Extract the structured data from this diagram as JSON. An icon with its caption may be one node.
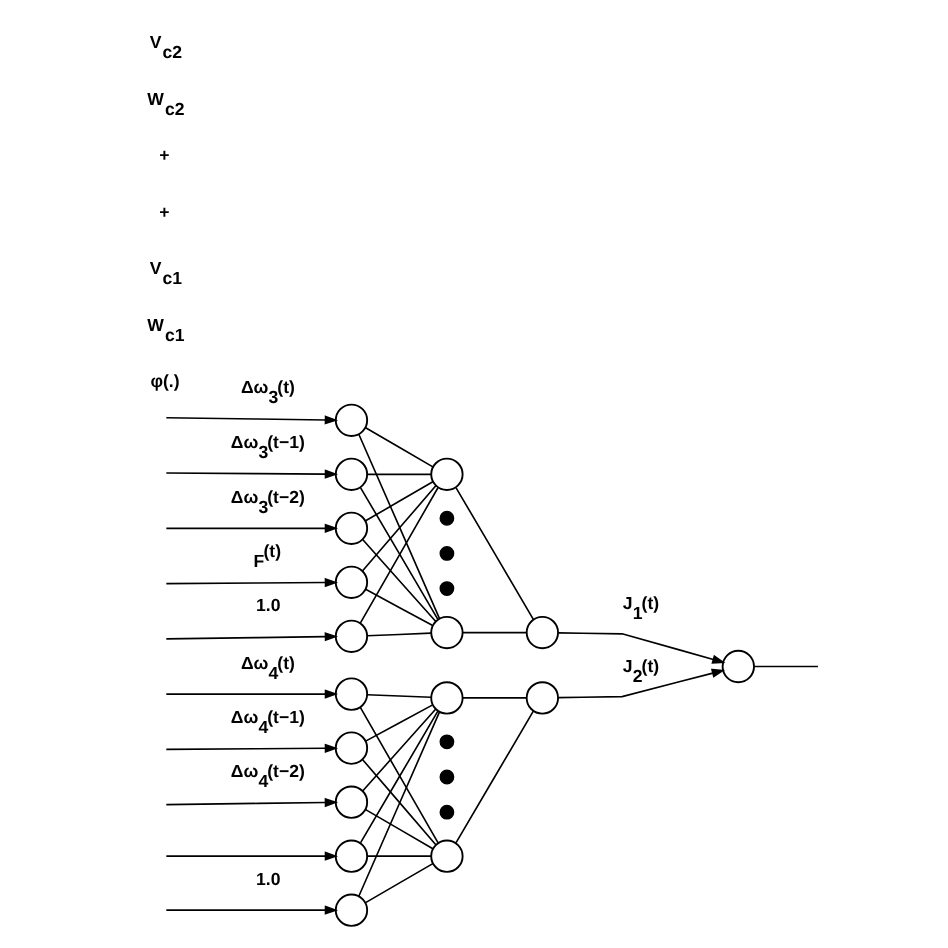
{
  "diagram": {
    "nodes": [
      {
        "text": [],
        "shape": "circle"
      },
      {
        "text": [],
        "shape": "circle"
      },
      {
        "text": [],
        "shape": "circle"
      },
      {
        "text": [],
        "shape": "circle"
      },
      {
        "text": [],
        "shape": "circle"
      },
      {
        "text": [],
        "shape": "circle"
      },
      {
        "text": [],
        "shape": "dot"
      },
      {
        "text": [],
        "shape": "dot"
      },
      {
        "text": [],
        "shape": "dot"
      },
      {
        "text": [],
        "shape": "circle"
      },
      {
        "text": [],
        "shape": "circle"
      },
      {
        "text": [],
        "shape": "circle"
      },
      {
        "text": [],
        "shape": "circle"
      },
      {
        "text": [],
        "shape": "circle"
      },
      {
        "text": [],
        "shape": "circle"
      },
      {
        "text": [],
        "shape": "circle"
      },
      {
        "text": [],
        "shape": "circle"
      },
      {
        "text": [],
        "shape": "dot"
      },
      {
        "text": [],
        "shape": "dot"
      },
      {
        "text": [],
        "shape": "dot"
      },
      {
        "text": [],
        "shape": "circle"
      },
      {
        "text": [],
        "shape": "circle"
      },
      {
        "text": [],
        "shape": "circle"
      }
    ],
    "edges": [
      {
        "from": null,
        "to": 0,
        "arrow": "to",
        "label": "Δω$_{3}$(t)"
      },
      {
        "from": null,
        "to": 1,
        "arrow": "to",
        "label": "Δω$_{3}$(t−1)"
      },
      {
        "from": null,
        "to": 2,
        "arrow": "to",
        "label": "Δω$_{3}$(t−2)"
      },
      {
        "from": null,
        "to": 3,
        "arrow": "to",
        "label": "$_{F}$(t)"
      },
      {
        "from": null,
        "to": 4,
        "arrow": "to",
        "label": "1.0"
      },
      {
        "from": 0,
        "to": 5,
        "arrow": "none"
      },
      {
        "from": 0,
        "to": 9,
        "arrow": "none"
      },
      {
        "from": 1,
        "to": 5,
        "arrow": "none"
      },
      {
        "from": 1,
        "to": 9,
        "arrow": "none"
      },
      {
        "from": 2,
        "to": 5,
        "arrow": "none"
      },
      {
        "from": 2,
        "to": 9,
        "arrow": "none"
      },
      {
        "from": 3,
        "to": 5,
        "arrow": "none"
      },
      {
        "from": 3,
        "to": 9,
        "arrow": "none"
      },
      {
        "from": 4,
        "to": 5,
        "arrow": "none"
      },
      {
        "from": 4,
        "to": 9,
        "arrow": "none"
      },
      {
        "from": 5,
        "to": 10,
        "arrow": "none"
      },
      {
        "from": 9,
        "to": 10,
        "arrow": "none"
      },
      {
        "from": 10,
        "to": 22,
        "arrow": "to",
        "label": "J$_{1}$(t)"
      },
      {
        "from": null,
        "to": 11,
        "arrow": "to",
        "label": "Δω$_{4}$(t)"
      },
      {
        "from": null,
        "to": 12,
        "arrow": "to",
        "label": "Δω$_{4}$(t−1)"
      },
      {
        "from": null,
        "to": 13,
        "arrow": "to",
        "label": "Δω$_{4}$(t−2)"
      },
      {
        "from": null,
        "to": 14,
        "arrow": "to"
      },
      {
        "from": null,
        "to": 15,
        "arrow": "to",
        "label": "1.0"
      },
      {
        "from": 11,
        "to": 16,
        "arrow": "none"
      },
      {
        "from": 11,
        "to": 20,
        "arrow": "none"
      },
      {
        "from": 12,
        "to": 16,
        "arrow": "none"
      },
      {
        "from": 12,
        "to": 20,
        "arrow": "none"
      },
      {
        "from": 13,
        "to": 16,
        "arrow": "none"
      },
      {
        "from": 13,
        "to": 20,
        "arrow": "none"
      },
      {
        "from": 14,
        "to": 16,
        "arrow": "none"
      },
      {
        "from": 14,
        "to": 20,
        "arrow": "none"
      },
      {
        "from": 15,
        "to": 16,
        "arrow": "none"
      },
      {
        "from": 15,
        "to": 20,
        "arrow": "none"
      },
      {
        "from": 16,
        "to": 21,
        "arrow": "none"
      },
      {
        "from": 20,
        "to": 21,
        "arrow": "none"
      },
      {
        "from": 21,
        "to": 22,
        "arrow": "to",
        "label": "J$_{2}$(t)"
      },
      {
        "from": 22,
        "to": null,
        "arrow": "none"
      }
    ],
    "labels": [
      "φ(.)",
      "W$_{c1}$",
      "V$_{c1}$",
      "+",
      "+",
      "W$_{c2}$",
      "V$_{c2}$"
    ]
  }
}
